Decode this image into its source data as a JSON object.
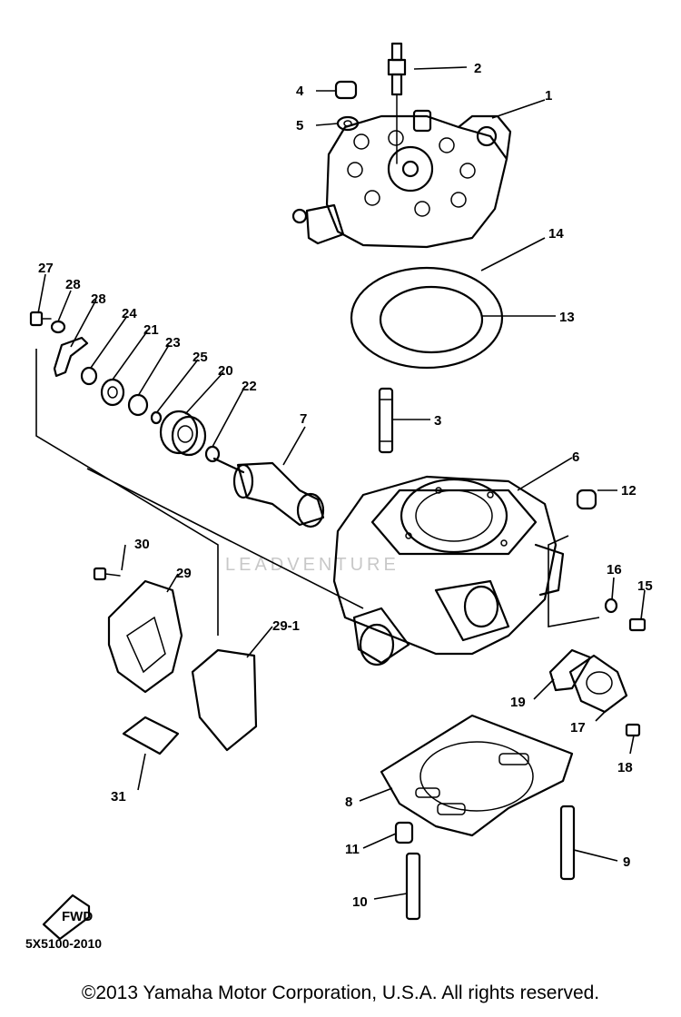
{
  "callouts": [
    {
      "id": "c2",
      "text": "2"
    },
    {
      "id": "c4",
      "text": "4"
    },
    {
      "id": "c1",
      "text": "1"
    },
    {
      "id": "c5",
      "text": "5"
    },
    {
      "id": "c14",
      "text": "14"
    },
    {
      "id": "c13",
      "text": "13"
    },
    {
      "id": "c27",
      "text": "27"
    },
    {
      "id": "c28a",
      "text": "28"
    },
    {
      "id": "c28b",
      "text": "28"
    },
    {
      "id": "c24",
      "text": "24"
    },
    {
      "id": "c21",
      "text": "21"
    },
    {
      "id": "c23",
      "text": "23"
    },
    {
      "id": "c25",
      "text": "25"
    },
    {
      "id": "c20",
      "text": "20"
    },
    {
      "id": "c22",
      "text": "22"
    },
    {
      "id": "c3",
      "text": "3"
    },
    {
      "id": "c7",
      "text": "7"
    },
    {
      "id": "c6",
      "text": "6"
    },
    {
      "id": "c12",
      "text": "12"
    },
    {
      "id": "c30",
      "text": "30"
    },
    {
      "id": "c29",
      "text": "29"
    },
    {
      "id": "c29-1",
      "text": "29-1"
    },
    {
      "id": "c16",
      "text": "16"
    },
    {
      "id": "c15",
      "text": "15"
    },
    {
      "id": "c19",
      "text": "19"
    },
    {
      "id": "c17",
      "text": "17"
    },
    {
      "id": "c18",
      "text": "18"
    },
    {
      "id": "c8",
      "text": "8"
    },
    {
      "id": "c31",
      "text": "31"
    },
    {
      "id": "c11",
      "text": "11"
    },
    {
      "id": "c9",
      "text": "9"
    },
    {
      "id": "c10",
      "text": "10"
    }
  ],
  "fwd_mark": "FWD",
  "diagram_code": "5X5100-2010",
  "watermark": "LEADVENTURE",
  "copyright": "©2013 Yamaha Motor Corporation, U.S.A. All rights reserved."
}
